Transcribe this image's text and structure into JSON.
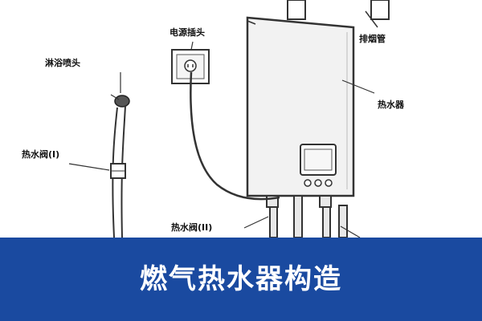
{
  "labels": {
    "power_socket": "电源插头",
    "exhaust_pipe": "排烟管",
    "shower_head": "淋浴喷头",
    "heater": "热水器",
    "hot_valve_1": "热水阀(I)",
    "hot_valve_2": "热水阀(II)"
  },
  "banner": {
    "title": "燃气热水器构造"
  },
  "colors": {
    "banner_bg": "#1a4aa0",
    "banner_text": "#ffffff",
    "line": "#333333",
    "heater_body": "#f2f2f2"
  }
}
